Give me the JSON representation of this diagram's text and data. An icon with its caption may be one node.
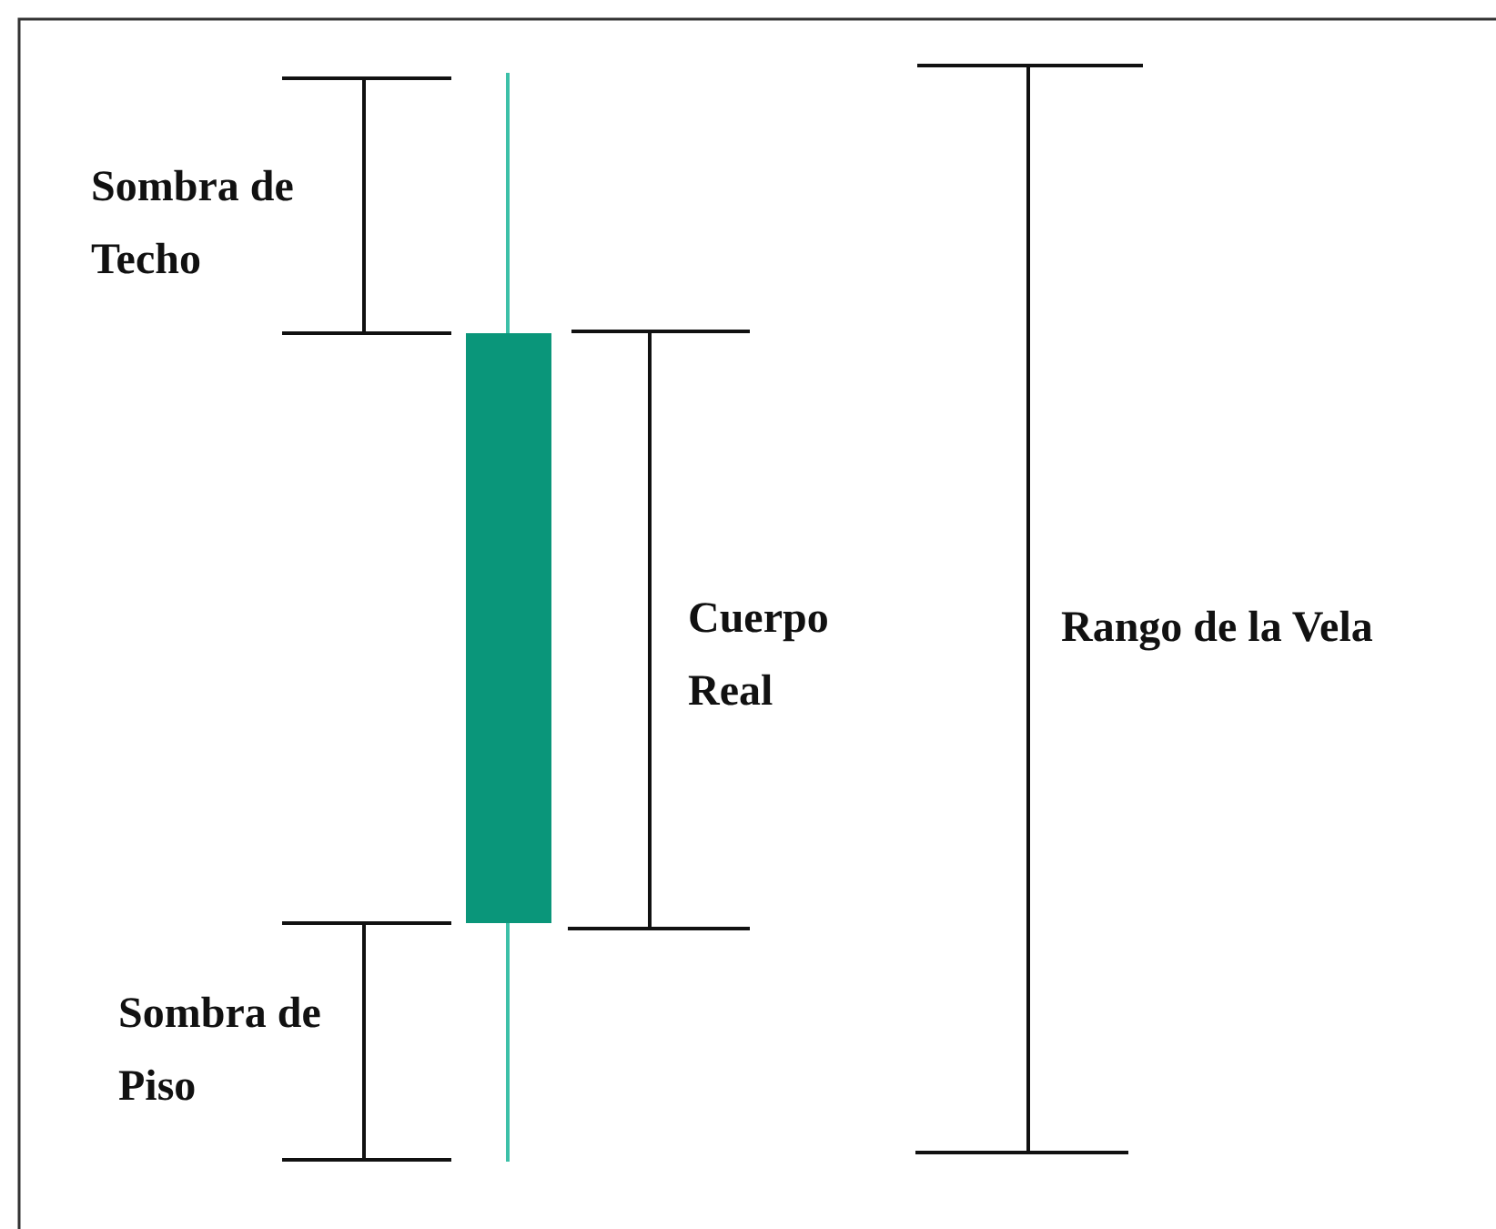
{
  "diagram": {
    "labels": [
      "Sombra de Techo",
      "Cuerpo Real",
      "Rango de la Vela",
      "Sombra de Piso"
    ]
  }
}
